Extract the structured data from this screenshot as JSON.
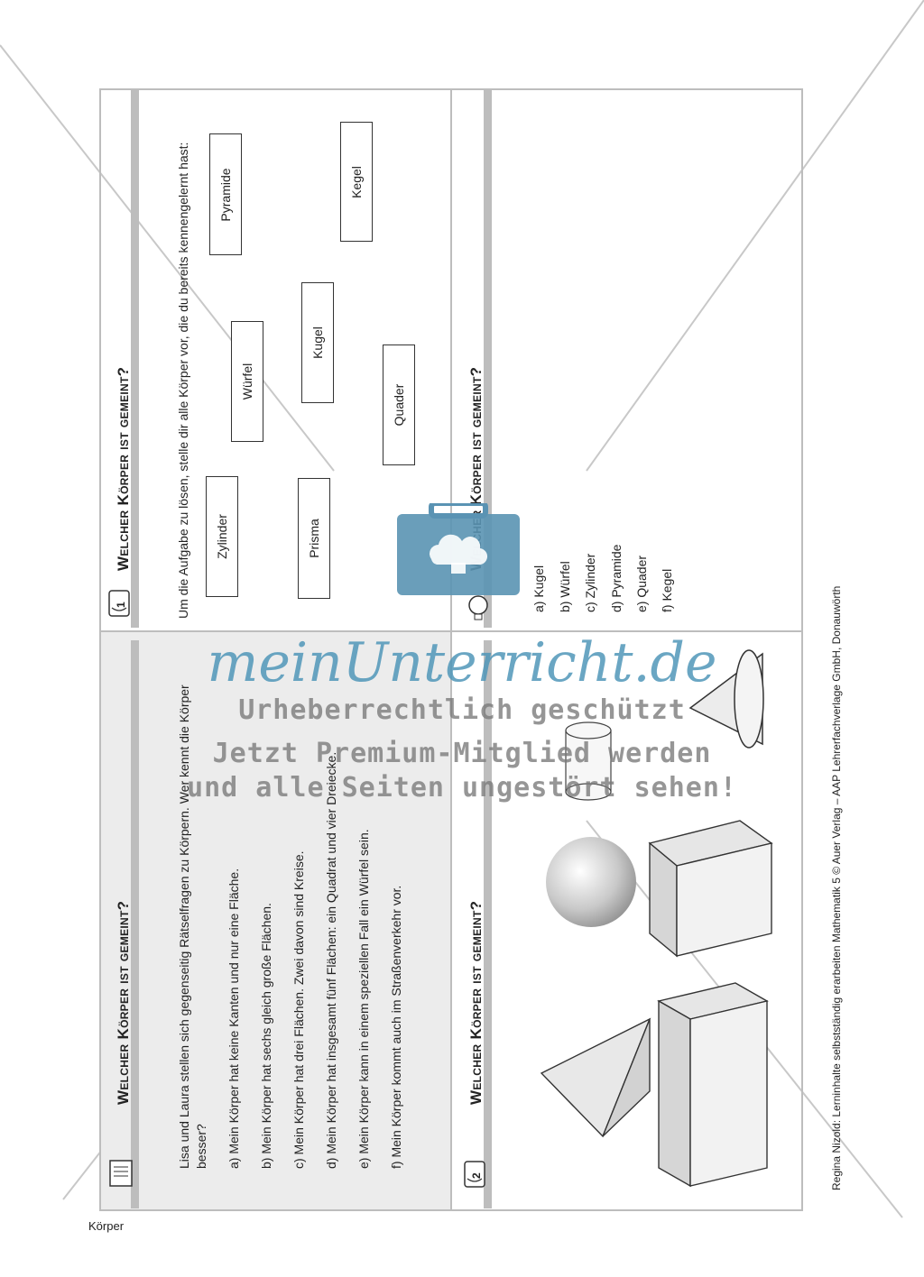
{
  "top_right": {
    "title": "Welcher Körper ist gemeint?",
    "card_number": "1",
    "intro": "Um die Aufgabe zu lösen, stelle dir alle Körper vor, die du bereits kennengelernt hast:",
    "shapes": {
      "pyramide": "Pyramide",
      "kegel": "Kegel",
      "wuerfel": "Würfel",
      "kugel": "Kugel",
      "quader": "Quader",
      "zylinder": "Zylinder",
      "prisma": "Prisma"
    }
  },
  "top_left": {
    "title": "Welcher Körper ist gemeint?",
    "intro_1": "Lisa und Laura stellen sich gegenseitig Rätselfragen zu Körpern. Wer kennt die Körper",
    "intro_2": "besser?",
    "riddles": [
      "a) Mein Körper hat keine Kanten und nur eine Fläche.",
      "b) Mein Körper hat sechs gleich große Flächen.",
      "c) Mein Körper hat drei Flächen. Zwei davon sind Kreise.",
      "d) Mein Körper hat insgesamt fünf Flächen: ein Quadrat und vier Dreiecke.",
      "e) Mein Körper kann in einem speziellen Fall ein Würfel sein.",
      "f) Mein Körper kommt auch im Straßenverkehr vor."
    ]
  },
  "bottom_right": {
    "title": "Welcher Körper ist gemeint?",
    "answers": [
      "a) Kugel",
      "b) Würfel",
      "c) Zylinder",
      "d) Pyramide",
      "e) Quader",
      "f) Kegel"
    ]
  },
  "bottom_left": {
    "title": "Welcher Körper ist gemeint?",
    "card_number": "2"
  },
  "side_credit": "Regina Nizold: Lerninhalte selbstständig erarbeiten Mathematik 5 © Auer Verlag – AAP Lehrerfachverlage GmbH, Donauwörth",
  "footer_label": "Körper",
  "watermark": {
    "brand": "meinUnterricht.de",
    "line1": "Urheberrechtlich geschützt",
    "line2": "Jetzt Premium-Mitglied werden",
    "line3": "und alle Seiten ungestört sehen!"
  },
  "colors": {
    "grey_band": "#bdbdbd",
    "shaded_card": "#ececec",
    "logo_blue": "#5a93b3"
  }
}
